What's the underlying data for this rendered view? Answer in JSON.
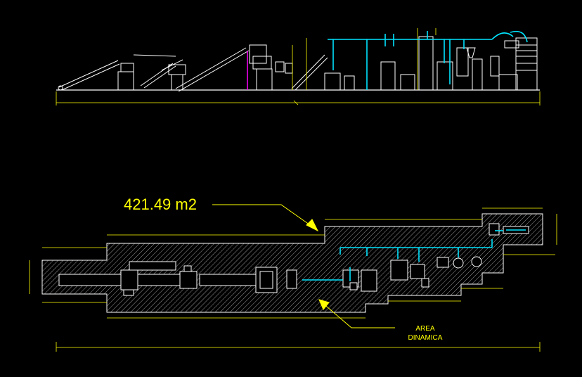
{
  "drawing": {
    "area_label": "421.49 m2",
    "zone_label_line1": "AREA",
    "zone_label_line2": "DINAMICA"
  },
  "colors": {
    "background": "#000000",
    "annotation": "#ffff00",
    "equipment": "#ffffff",
    "piping": "#00e5ff",
    "hatch": "#a8a8a8",
    "accent": "#ff00ff"
  }
}
